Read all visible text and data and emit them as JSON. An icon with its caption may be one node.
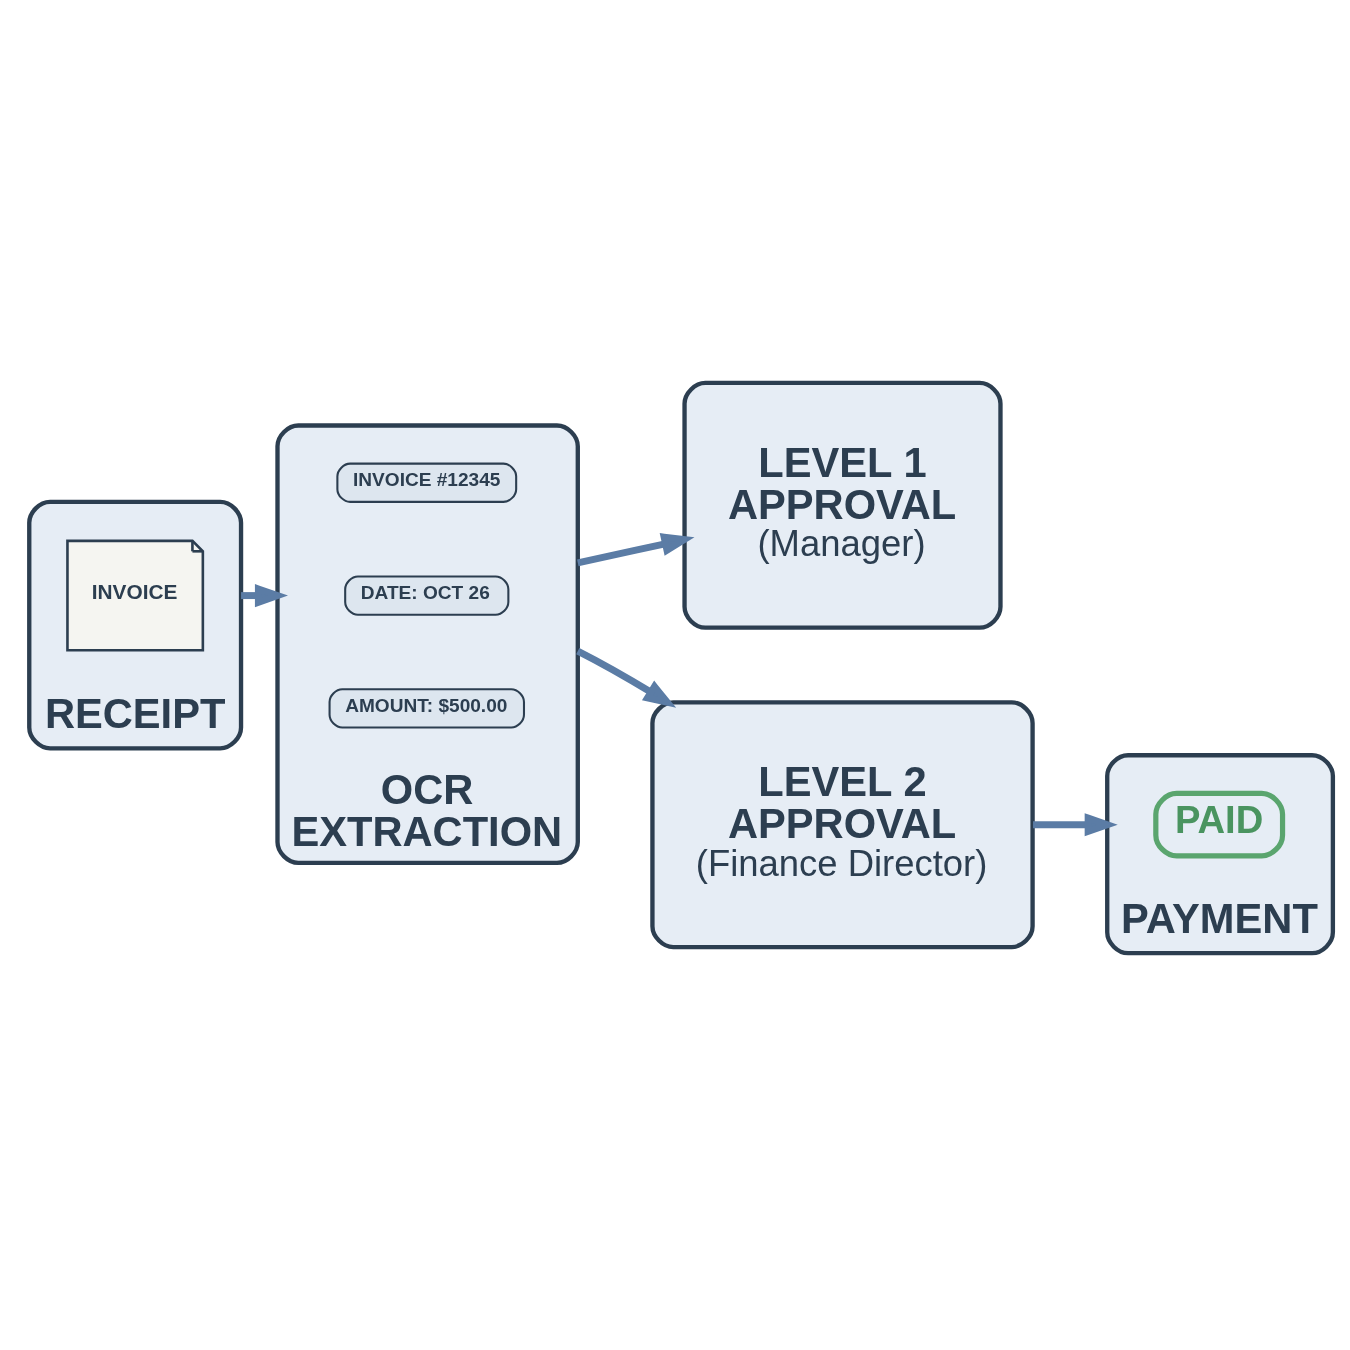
{
  "diagram": {
    "nodes": [
      {
        "text": [
          "RECEIPT"
        ]
      },
      {
        "text": [
          "INVOICE"
        ],
        "in": 0
      },
      {
        "text": [
          "OCR EXTRACTION"
        ]
      },
      {
        "text": [
          "INVOICE #12345"
        ],
        "in": 2
      },
      {
        "text": [
          "DATE: OCT 26"
        ],
        "in": 2
      },
      {
        "text": [
          "AMOUNT: $500.00"
        ],
        "in": 2
      },
      {
        "text": [
          "LEVEL 1 APPROVAL",
          "(Manager)"
        ]
      },
      {
        "text": [
          "LEVEL 2 APPROVAL",
          "(Finance Director)"
        ]
      },
      {
        "text": [
          "PAYMENT"
        ]
      },
      {
        "text": [
          "PAID"
        ],
        "in": 8
      }
    ],
    "edges": [
      {
        "from": 0,
        "to": 2,
        "arrow": "to"
      },
      {
        "from": 2,
        "to": 6,
        "arrow": "to"
      },
      {
        "from": 2,
        "to": 7,
        "arrow": "to"
      },
      {
        "from": 7,
        "to": 8,
        "arrow": "to"
      }
    ]
  }
}
